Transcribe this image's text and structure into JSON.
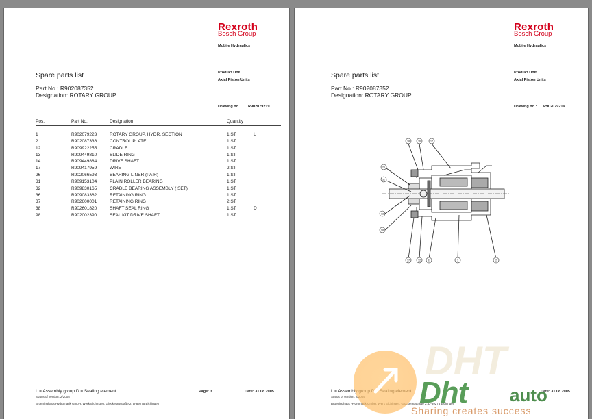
{
  "brand": {
    "name": "Rexroth",
    "sub": "Bosch Group",
    "division": "Mobile Hydraulics"
  },
  "doc": {
    "title": "Spare parts list",
    "part_no": "Part No.: R902087352",
    "designation": "Designation: ROTARY GROUP",
    "product_unit_label": "Product Unit",
    "product_unit_value": "Axial Piston Units",
    "drawing_label": "Drawing no.:",
    "drawing_value": "R902079219"
  },
  "table": {
    "headers": {
      "pos": "Pos.",
      "part_no": "Part No.",
      "designation": "Designation",
      "quantity": "Quantity"
    },
    "rows": [
      {
        "pos": "1",
        "part_no": "R902079223",
        "designation": "ROTARY GROUP, HYDR. SECTION",
        "qty": "1 ST",
        "flag": "L"
      },
      {
        "pos": "2",
        "part_no": "R902087336",
        "designation": "CONTROL PLATE",
        "qty": "1 ST",
        "flag": ""
      },
      {
        "pos": "12",
        "part_no": "R909922255",
        "designation": "CRADLE",
        "qty": "1 ST",
        "flag": ""
      },
      {
        "pos": "13",
        "part_no": "R909449810",
        "designation": "SLIDE RING",
        "qty": "1 ST",
        "flag": ""
      },
      {
        "pos": "14",
        "part_no": "R909449884",
        "designation": "DRIVE SHAFT",
        "qty": "1 ST",
        "flag": ""
      },
      {
        "pos": "17",
        "part_no": "R909417959",
        "designation": "WIRE",
        "qty": "2 ST",
        "flag": ""
      },
      {
        "pos": "26",
        "part_no": "R902066593",
        "designation": "BEARING LINER (PAIR)",
        "qty": "1 ST",
        "flag": ""
      },
      {
        "pos": "31",
        "part_no": "R909153104",
        "designation": "PLAIN ROLLER BEARING",
        "qty": "1 ST",
        "flag": ""
      },
      {
        "pos": "32",
        "part_no": "R909830165",
        "designation": "CRADLE BEARING ASSEMBLY ( SET)",
        "qty": "1 ST",
        "flag": ""
      },
      {
        "pos": "36",
        "part_no": "R909083362",
        "designation": "RETAINING RING",
        "qty": "1 ST",
        "flag": ""
      },
      {
        "pos": "37",
        "part_no": "R902600001",
        "designation": "RETAINING RING",
        "qty": "2 ST",
        "flag": ""
      },
      {
        "pos": "38",
        "part_no": "R902601820",
        "designation": "SHAFT SEAL RING",
        "qty": "1 ST",
        "flag": "D"
      },
      {
        "pos": "98",
        "part_no": "R902002390",
        "designation": "SEAL KIT DRIVE SHAFT",
        "qty": "1 ST",
        "flag": ""
      }
    ]
  },
  "footer": {
    "legend": "L = Assembly group     D = Sealing element",
    "page": "Page: 3",
    "date": "Date: 31.08.2005",
    "status": "Status of version: 2/2005",
    "company": "Brueninghaus Hydromatik GmbH, Werk Elchingen, Glockeraustraße 2, D-89275 Elchingen",
    "legend_p2": "L = Assembly group     D = Sealing element",
    "date_p2": "Date: 31.08.2005"
  },
  "drawing_callouts": [
    "38",
    "36",
    "17",
    "26",
    "32",
    "13",
    "98",
    "17",
    "12",
    "37",
    "1",
    "2"
  ],
  "watermark": {
    "ghost": "DHT",
    "main": "Dht",
    "auto": "auto",
    "slogan": "Sharing creates success"
  },
  "colors": {
    "brand_red": "#d3001b",
    "watermark_green": "#3c8c3c",
    "watermark_orange": "#ffaa3c"
  }
}
